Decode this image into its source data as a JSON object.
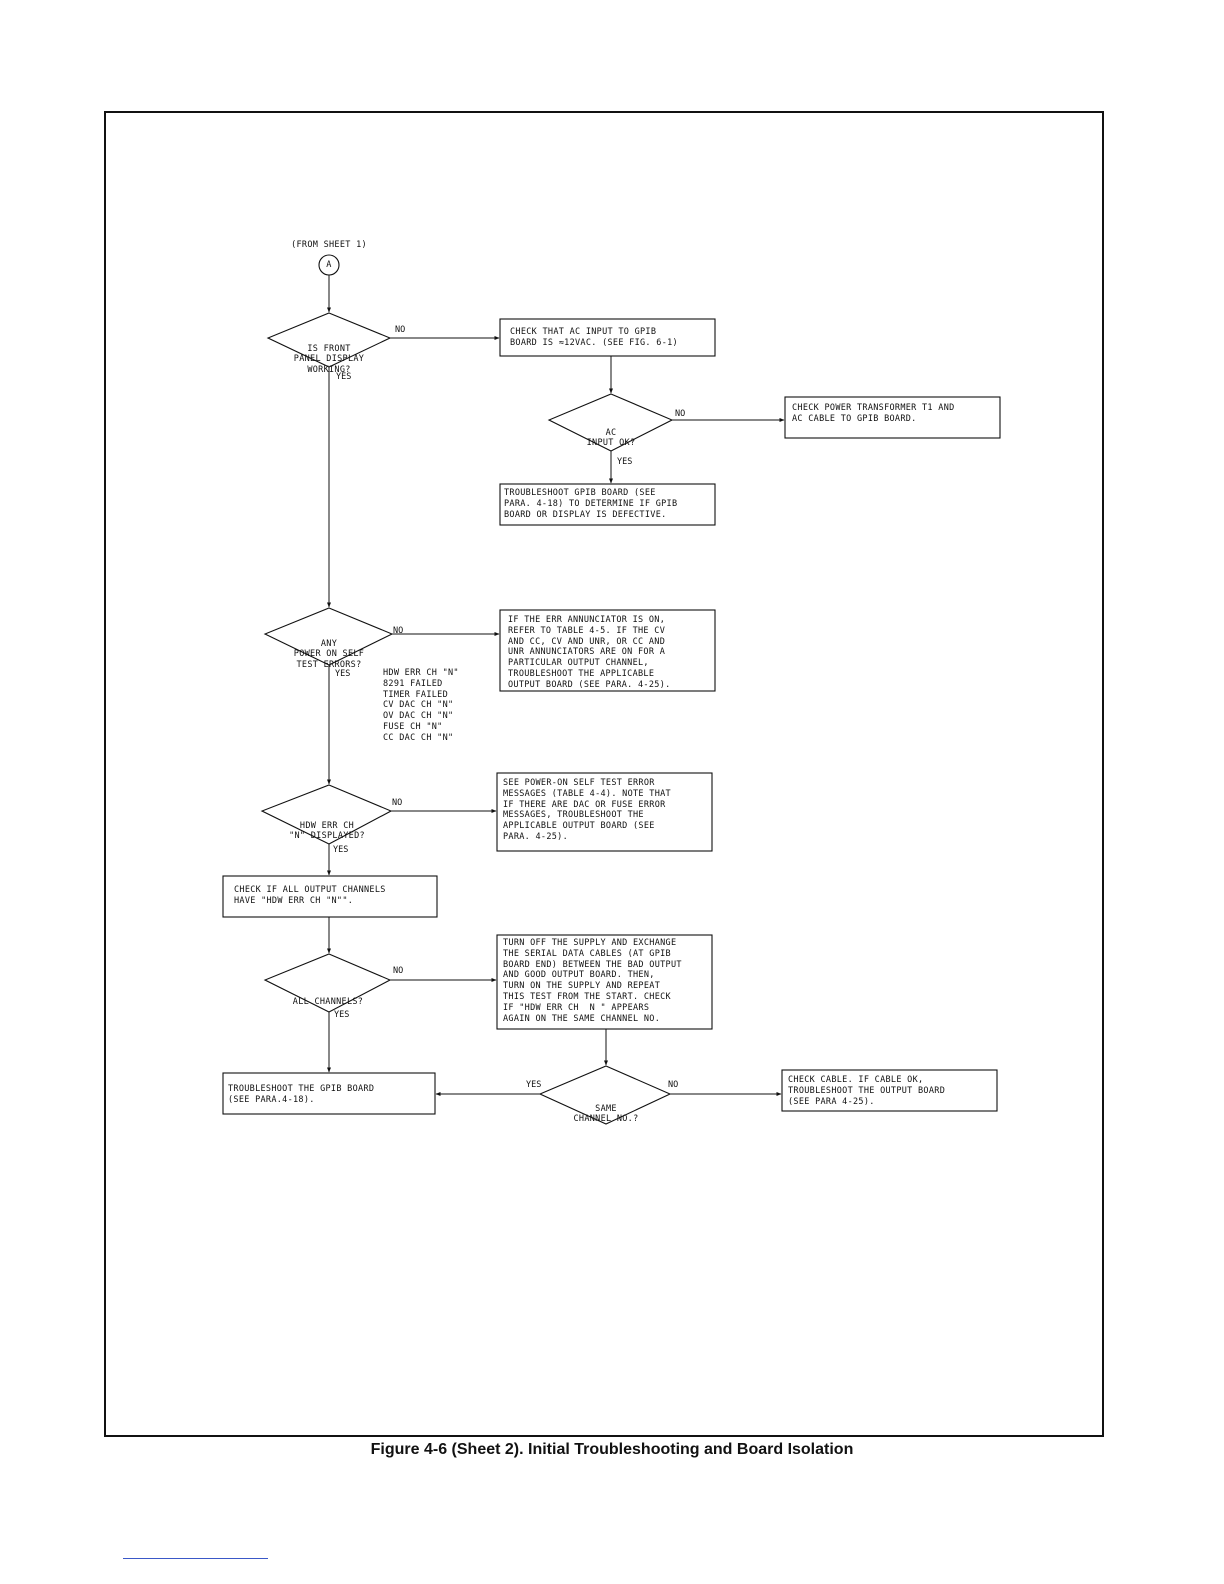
{
  "connector": {
    "from_text": "(FROM SHEET 1)",
    "label": "A"
  },
  "decisions": {
    "front_panel": [
      "IS FRONT",
      "PANEL DISPLAY",
      "WORKING?"
    ],
    "ac_input": [
      "AC",
      "INPUT OK?"
    ],
    "self_test": [
      "ANY",
      "POWER ON SELF",
      "TEST ERRORS?"
    ],
    "hdw_err": [
      "HDW ERR CH",
      "\"N\" DISPLAYED?"
    ],
    "all_channels": [
      "ALL CHANNELS?"
    ],
    "same_channel": [
      "SAME",
      "CHANNEL NO.?"
    ]
  },
  "boxes": {
    "check_ac_input": "CHECK THAT AC INPUT TO GPIB\nBOARD IS ≈12VAC. (SEE FIG. 6-1)",
    "check_transformer": "CHECK POWER TRANSFORMER T1 AND\nAC CABLE TO GPIB BOARD.",
    "troubleshoot_gpib_display": "TROUBLESHOOT GPIB BOARD (SEE\nPARA. 4-18) TO DETERMINE IF GPIB\nBOARD OR DISPLAY IS DEFECTIVE.",
    "err_annunciator": "IF THE ERR ANNUNCIATOR IS ON,\nREFER TO TABLE 4-5. IF THE CV\nAND CC, CV AND UNR, OR CC AND\nUNR ANNUNCIATORS ARE ON FOR A\nPARTICULAR OUTPUT CHANNEL,\nTROUBLESHOOT THE APPLICABLE\nOUTPUT BOARD (SEE PARA. 4-25).",
    "self_test_messages": "SEE POWER-ON SELF TEST ERROR\nMESSAGES (TABLE 4-4). NOTE THAT\nIF THERE ARE DAC OR FUSE ERROR\nMESSAGES, TROUBLESHOOT THE\nAPPLICABLE OUTPUT BOARD (SEE\nPARA. 4-25).",
    "check_all_channels": "CHECK IF ALL OUTPUT CHANNELS\nHAVE \"HDW ERR CH \"N\"\".",
    "swap_cables": "TURN OFF THE SUPPLY AND EXCHANGE\nTHE SERIAL DATA CABLES (AT GPIB\nBOARD END) BETWEEN THE BAD OUTPUT\nAND GOOD OUTPUT BOARD. THEN,\nTURN ON THE SUPPLY AND REPEAT\nTHIS TEST FROM THE START. CHECK\nIF \"HDW ERR CH  N \" APPEARS\nAGAIN ON THE SAME CHANNEL NO.",
    "troubleshoot_gpib": "TROUBLESHOOT THE GPIB BOARD\n(SEE PARA.4-18).",
    "check_cable": "CHECK CABLE. IF CABLE OK,\nTROUBLESHOOT THE OUTPUT BOARD\n(SEE PARA 4-25)."
  },
  "error_list": "HDW ERR CH \"N\"\n8291 FAILED\nTIMER FAILED\nCV DAC CH \"N\"\nOV DAC CH \"N\"\nFUSE CH \"N\"\nCC DAC CH \"N\"",
  "labels": {
    "yes": "YES",
    "no": "NO"
  },
  "caption": "Figure 4-6 (Sheet 2). Initial Troubleshooting and Board Isolation"
}
